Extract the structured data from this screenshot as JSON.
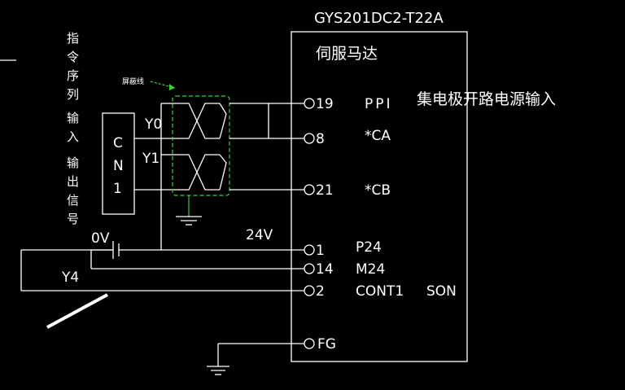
{
  "model": "GYS201DC2-T22A",
  "motor_label": "伺服马达",
  "side_label": [
    "指",
    "令",
    "序",
    "列",
    "输",
    "入",
    "输",
    "出",
    "信",
    "号"
  ],
  "connector": {
    "name": [
      "C",
      "N",
      "1"
    ],
    "pins": [
      "Y0",
      "Y1"
    ]
  },
  "shield_label": "屏蔽线",
  "supply_label": "24V",
  "ground_label": "0V",
  "switch_label": "Y4",
  "terminals": [
    {
      "num": "19",
      "name": "PPI"
    },
    {
      "num": "8",
      "name": "*CA"
    },
    {
      "num": "21",
      "name": "*CB"
    },
    {
      "num": "1",
      "name": "P24"
    },
    {
      "num": "14",
      "name": "M24"
    },
    {
      "num": "2",
      "name": "CONT1"
    },
    {
      "num": "",
      "name": "FG"
    }
  ],
  "son_label": "SON",
  "annotation": "集电极开路电源输入"
}
